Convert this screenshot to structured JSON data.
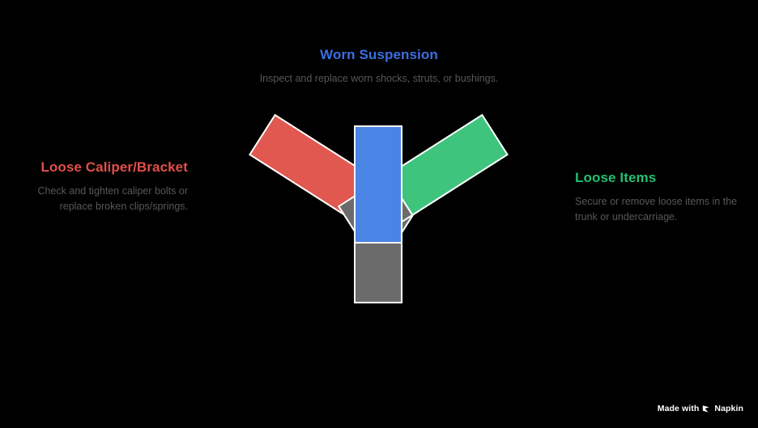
{
  "diagram": {
    "type": "radial-bar-fan",
    "background_color": "#000000",
    "watermark": {
      "text_before": "Made with",
      "text_after": "Napkin",
      "logo_icon": "napkin-play-logo-icon",
      "color": "#ffffff"
    },
    "branches": [
      {
        "id": "top",
        "title": "Worn Suspension",
        "description": "Inspect and replace worn shocks, struts, or bushings.",
        "accent_color": "#4a84e4",
        "title_color": "#3b6fe0",
        "base_color": "#6b6b6b",
        "direction": "up",
        "angle_deg": 0
      },
      {
        "id": "left",
        "title": "Loose Caliper/Bracket",
        "description": "Check and tighten caliper bolts or replace broken clips/springs.",
        "accent_color": "#e05850",
        "title_color": "#e24f48",
        "base_color": "#6b6b6b",
        "direction": "up-left",
        "angle_deg": -57.5
      },
      {
        "id": "right",
        "title": "Loose Items",
        "description": "Secure or remove loose items in the trunk or undercarriage.",
        "accent_color": "#3ec47d",
        "title_color": "#23bf72",
        "base_color": "#6b6b6b",
        "direction": "up-right",
        "angle_deg": 57.5
      }
    ]
  }
}
